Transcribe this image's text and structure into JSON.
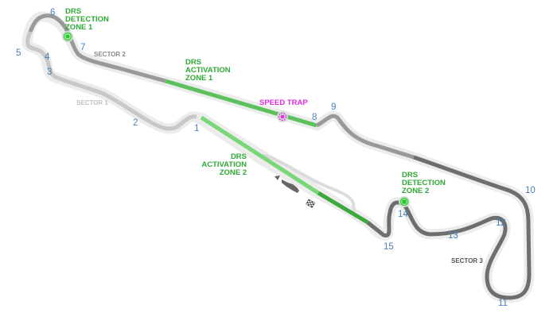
{
  "map": {
    "type": "circuit-layout",
    "colors": {
      "sector1": "#c9c9c9",
      "sector2": "#9a9a9a",
      "sector3": "#6d6d6d",
      "drs_activation_1": "#5cc15c",
      "drs_activation_2_light": "#79d679",
      "drs_activation_2_dark": "#3ea83e",
      "drs_text": "#2ea836",
      "speed_trap": "#e22ce2",
      "turn_number": "#4a7fbd",
      "halo": "#ececec",
      "pit_lane": "#dcdcdc"
    },
    "sectors": [
      {
        "id": "sector-1",
        "label": "SECTOR 1",
        "color": "#c0c0c0"
      },
      {
        "id": "sector-2",
        "label": "SECTOR 2",
        "color": "#8a8a8a"
      },
      {
        "id": "sector-3",
        "label": "SECTOR 3",
        "color": "#555555"
      }
    ],
    "turns": [
      "1",
      "2",
      "3",
      "4",
      "5",
      "6",
      "7",
      "8",
      "9",
      "10",
      "11",
      "12",
      "13",
      "14",
      "15"
    ],
    "drs": {
      "detection_1": [
        "DRS",
        "DETECTION",
        "ZONE 1"
      ],
      "activation_1": [
        "DRS",
        "ACTIVATION",
        "ZONE 1"
      ],
      "activation_2": [
        "DRS",
        "ACTIVATION",
        "ZONE 2"
      ],
      "detection_2": [
        "DRS",
        "DETECTION",
        "ZONE 2"
      ]
    },
    "speed_trap": "SPEED TRAP",
    "icons": {
      "direction": "direction-arrow-icon",
      "finish": "chequered-flag-icon"
    }
  }
}
